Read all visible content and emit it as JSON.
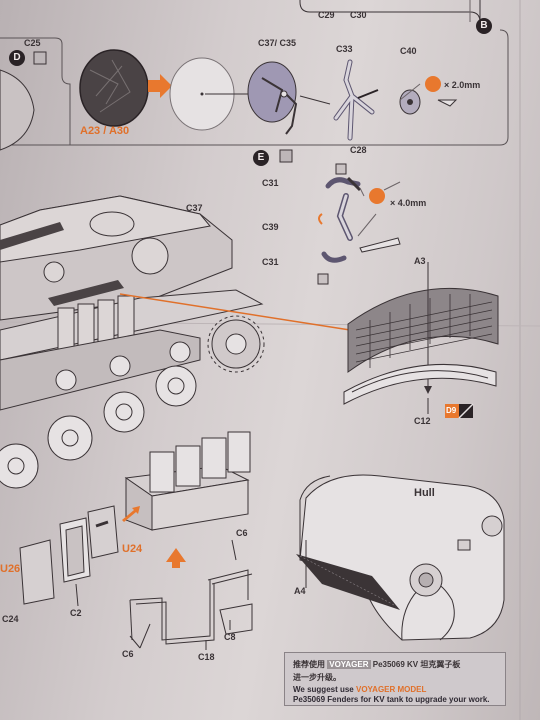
{
  "top_labels": {
    "c29": "C29",
    "c30": "C30",
    "c25_tl": "C25"
  },
  "steps": {
    "step_b": "B",
    "step_d": "D",
    "step_e": "E"
  },
  "sub_a": {
    "part_a23_a30": "A23 / A30",
    "part_c37_c35": "C37/ C35",
    "part_c33": "C33",
    "part_c28": "C28",
    "part_c40": "C40",
    "dim_1": "× 2.0mm"
  },
  "sub_e": {
    "part_c31a": "C31",
    "part_c39": "C39",
    "part_c31b": "C31",
    "dim_2": "× 4.0mm"
  },
  "main": {
    "part_c37": "C37",
    "part_a3": "A3",
    "part_c12": "C12",
    "part_d9": "D9",
    "hull": "Hull",
    "part_a4": "A4",
    "part_c6_top": "C6",
    "part_u24": "U24",
    "part_u26": "U26",
    "part_c2": "C2",
    "part_c24": "C24",
    "part_c6": "C6",
    "part_c18": "C18",
    "part_c8": "C8"
  },
  "footer": {
    "cn_prefix": "推荐使用",
    "cn_brand": "VOYAGER",
    "cn_product": "Pe35069 KV 坦克翼子板",
    "cn_line2": "进一步升级。",
    "en_prefix": "We suggest use",
    "en_brand": "VOYAGER MODEL",
    "en_line2": "Pe35069 Fenders for KV tank to upgrade your work."
  },
  "colors": {
    "accent": "#e8782e",
    "ink": "#3a3336",
    "paper": "#d6d0d1"
  }
}
